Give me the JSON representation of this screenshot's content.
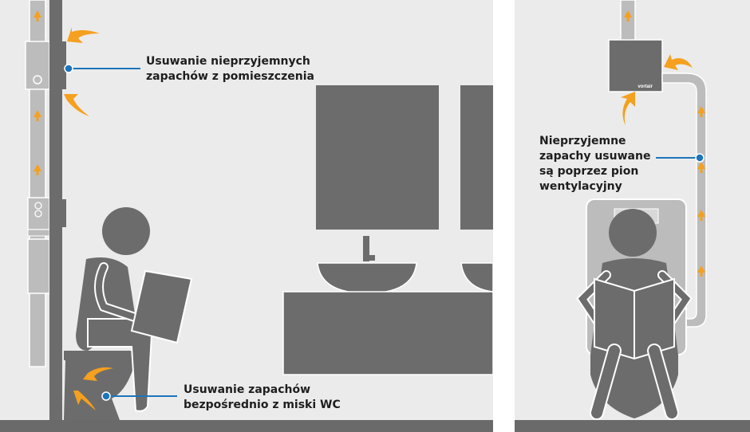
{
  "labels": {
    "room_odor": [
      "Usuwanie nieprzyjemnych",
      "zapachów z pomieszczenia"
    ],
    "bowl_odor": [
      "Usuwanie zapachów",
      "bezpośrednio z miski WC"
    ],
    "riser": [
      "Nieprzyjemne",
      "zapachy usuwane",
      "są poprzez pion",
      "wentylacyjny"
    ]
  },
  "fan_logo": "vortair",
  "colors": {
    "background": "#ebebeb",
    "figure": "#6d6c6c",
    "pipe": "#bcbcbc",
    "arrow": "#f5a01e",
    "callout": "#1b75bb"
  }
}
